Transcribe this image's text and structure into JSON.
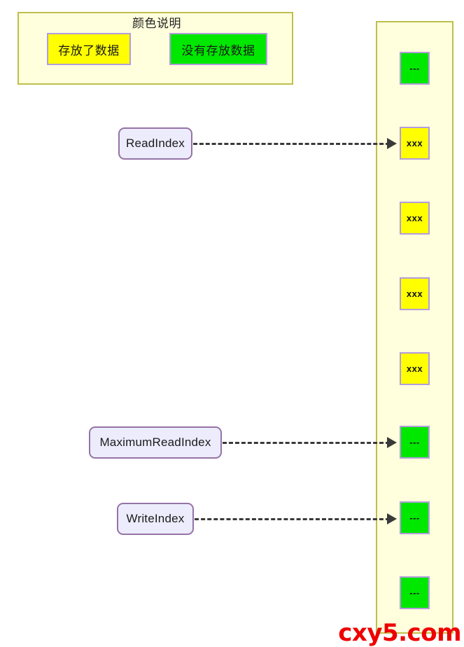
{
  "diagram": {
    "title": "颜色说明",
    "legend": {
      "title": "颜色说明",
      "items": [
        {
          "label": "存放了数据",
          "color": "#ffff00",
          "state": "filled"
        },
        {
          "label": "没有存放数据",
          "color": "#00e800",
          "state": "empty"
        }
      ]
    },
    "buffer": {
      "cells": [
        {
          "text": "---",
          "color": "#00e800",
          "state": "empty"
        },
        {
          "text": "xxx",
          "color": "#ffff00",
          "state": "filled"
        },
        {
          "text": "xxx",
          "color": "#ffff00",
          "state": "filled"
        },
        {
          "text": "xxx",
          "color": "#ffff00",
          "state": "filled"
        },
        {
          "text": "xxx",
          "color": "#ffff00",
          "state": "filled"
        },
        {
          "text": "---",
          "color": "#00e800",
          "state": "empty"
        },
        {
          "text": "---",
          "color": "#00e800",
          "state": "empty"
        },
        {
          "text": "---",
          "color": "#00e800",
          "state": "empty"
        }
      ]
    },
    "pointers": [
      {
        "label": "ReadIndex",
        "target_cell_index": 1
      },
      {
        "label": "MaximumReadIndex",
        "target_cell_index": 5
      },
      {
        "label": "WriteIndex",
        "target_cell_index": 6
      }
    ],
    "watermark": "cxy5.com",
    "colors": {
      "panel_fill": "#ffffdd",
      "panel_border": "#bfbf4d",
      "cell_border": "#b39ddb",
      "label_fill": "#ececfd",
      "label_border": "#9673a6",
      "connector": "#3a3a3a",
      "watermark": "#ee0000"
    }
  }
}
